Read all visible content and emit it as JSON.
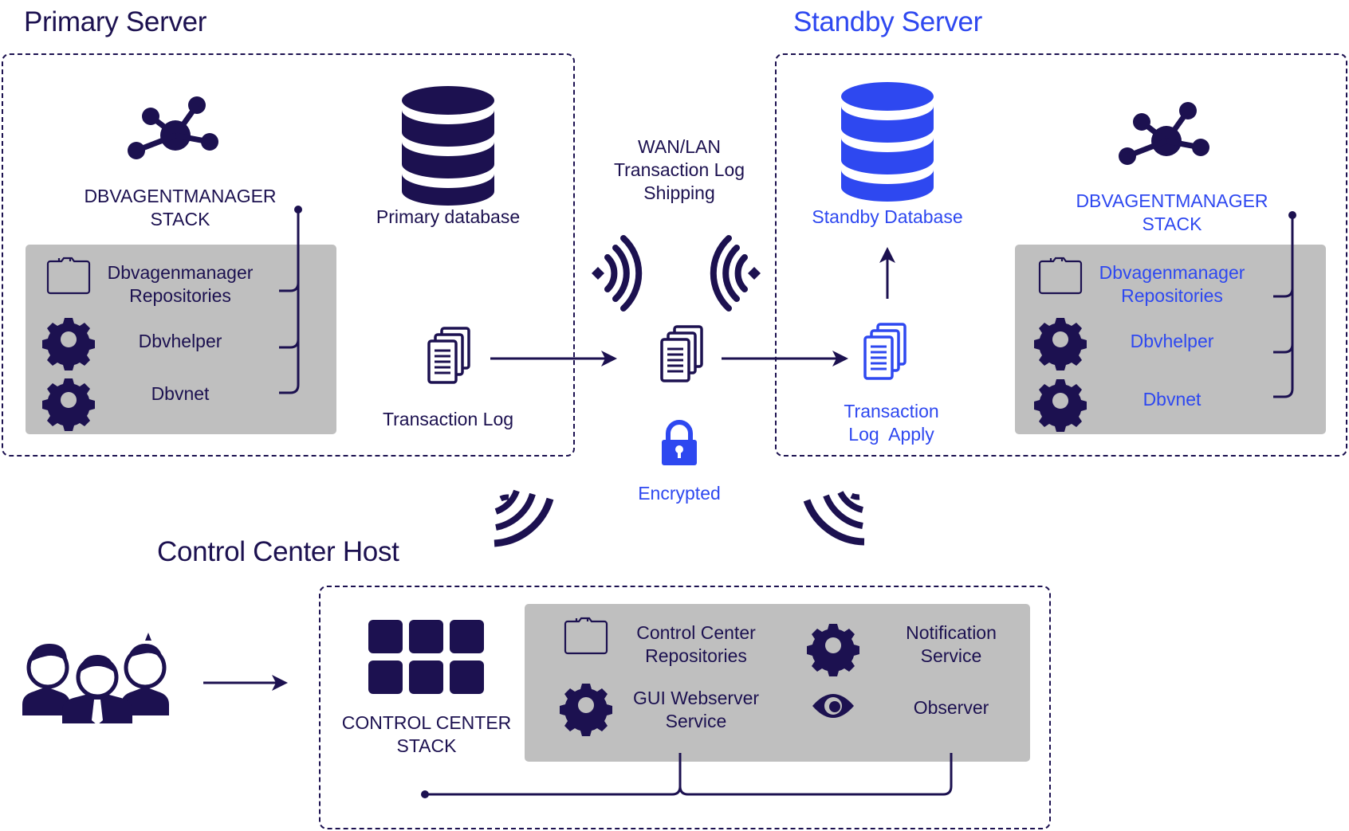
{
  "colors": {
    "navy": "#1c1150",
    "accent_blue": "#2e48f0",
    "panel_gray": "#bfbfbf"
  },
  "primary_server": {
    "title": "Primary Server",
    "stack_label_line1": "DBVAGENTMANAGER",
    "stack_label_line2": "STACK",
    "database_label": "Primary database",
    "transaction_log_label": "Transaction Log",
    "components": [
      {
        "icon": "folder-icon",
        "line1": "Dbvagenmanager",
        "line2": "Repositories"
      },
      {
        "icon": "gear-icon",
        "line1": "Dbvhelper",
        "line2": ""
      },
      {
        "icon": "gear-icon",
        "line1": "Dbvnet",
        "line2": ""
      }
    ]
  },
  "transport": {
    "line1": "WAN/LAN",
    "line2": "Transaction Log",
    "line3": "Shipping",
    "encrypted_label": "Encrypted",
    "icons": [
      "wifi-signal-icon",
      "document-stack-icon",
      "lock-icon"
    ]
  },
  "standby_server": {
    "title": "Standby Server",
    "database_label": "Standby Database",
    "apply_label_line1": "Transaction",
    "apply_label_line2": "Log  Apply",
    "stack_label_line1": "DBVAGENTMANAGER",
    "stack_label_line2": "STACK",
    "components": [
      {
        "icon": "folder-icon",
        "line1": "Dbvagenmanager",
        "line2": "Repositories"
      },
      {
        "icon": "gear-icon",
        "line1": "Dbvhelper",
        "line2": ""
      },
      {
        "icon": "gear-icon",
        "line1": "Dbvnet",
        "line2": ""
      }
    ]
  },
  "control_center": {
    "title": "Control Center Host",
    "stack_label_line1": "CONTROL CENTER",
    "stack_label_line2": "STACK",
    "components": [
      {
        "icon": "folder-icon",
        "line1": "Control Center",
        "line2": "Repositories"
      },
      {
        "icon": "gear-icon",
        "line1": "Notification",
        "line2": "Service"
      },
      {
        "icon": "gear-icon",
        "line1": "GUI Webserver",
        "line2": "Service"
      },
      {
        "icon": "eye-icon",
        "line1": "Observer",
        "line2": ""
      }
    ]
  }
}
